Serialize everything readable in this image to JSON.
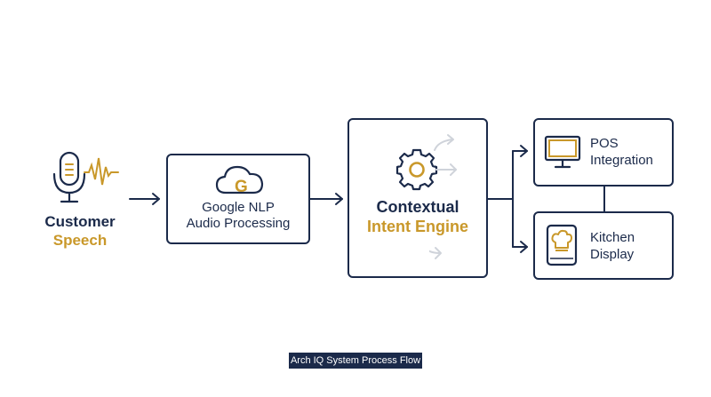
{
  "colors": {
    "navy": "#1b2a4a",
    "gold": "#c9982a",
    "faint": "#cfd3da"
  },
  "customer": {
    "line1": "Customer",
    "line2": "Speech",
    "icon": "microphone-soundwave-icon"
  },
  "nlp": {
    "line1": "Google NLP",
    "line2": "Audio Processing",
    "icon": "cloud-g-icon",
    "glyph": "G"
  },
  "engine": {
    "line1": "Contextual",
    "line2": "Intent Engine",
    "icon": "gear-icon"
  },
  "pos": {
    "line1": "POS",
    "line2": "Integration",
    "icon": "monitor-icon"
  },
  "kitchen": {
    "line1": "Kitchen",
    "line2": "Display",
    "icon": "tablet-chef-hat-icon"
  },
  "caption": "Arch IQ System Process Flow"
}
